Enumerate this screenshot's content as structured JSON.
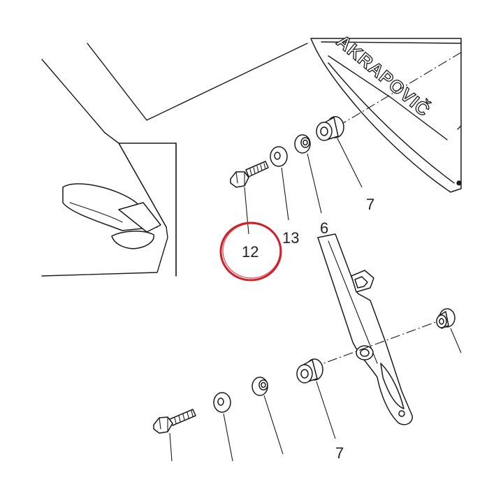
{
  "diagram": {
    "brand_label": "AKRAPOVIČ",
    "highlight_color": "#d0202a",
    "callouts": {
      "part_7_upper": "7",
      "part_6": "6",
      "part_13": "13",
      "part_12": "12",
      "part_7_lower": "7"
    },
    "highlighted_part": "12"
  }
}
